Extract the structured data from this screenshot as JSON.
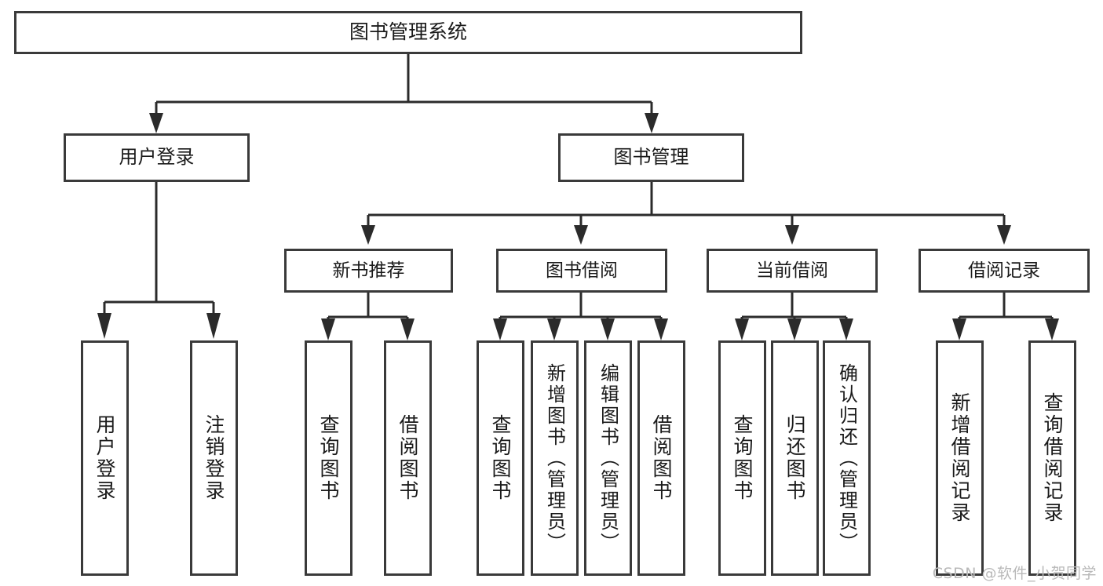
{
  "diagram": {
    "type": "tree-hierarchy",
    "title": "图书管理系统",
    "watermark": "CSDN @软件_小贺同学",
    "colors": {
      "box_border": "#3a3a3a",
      "connector": "#2b2b2b",
      "background": "#ffffff",
      "text": "#1a1a1a",
      "watermark_text": "#b9b9b9"
    },
    "root": {
      "label": "图书管理系统"
    },
    "level1": [
      {
        "label": "用户登录"
      },
      {
        "label": "图书管理"
      }
    ],
    "level2": [
      {
        "label": "新书推荐"
      },
      {
        "label": "图书借阅"
      },
      {
        "label": "当前借阅"
      },
      {
        "label": "借阅记录"
      }
    ],
    "leaves": {
      "user_login": [
        {
          "label": "用户登录"
        },
        {
          "label": "注销登录"
        }
      ],
      "new_book_recommend": [
        {
          "label": "查询图书"
        },
        {
          "label": "借阅图书"
        }
      ],
      "book_borrow": [
        {
          "label": "查询图书"
        },
        {
          "label": "新增图书（管理员）"
        },
        {
          "label": "编辑图书（管理员）"
        },
        {
          "label": "借阅图书"
        }
      ],
      "current_borrow": [
        {
          "label": "查询图书"
        },
        {
          "label": "归还图书"
        },
        {
          "label": "确认归还（管理员）"
        }
      ],
      "borrow_record": [
        {
          "label": "新增借阅记录"
        },
        {
          "label": "查询借阅记录"
        }
      ]
    }
  }
}
